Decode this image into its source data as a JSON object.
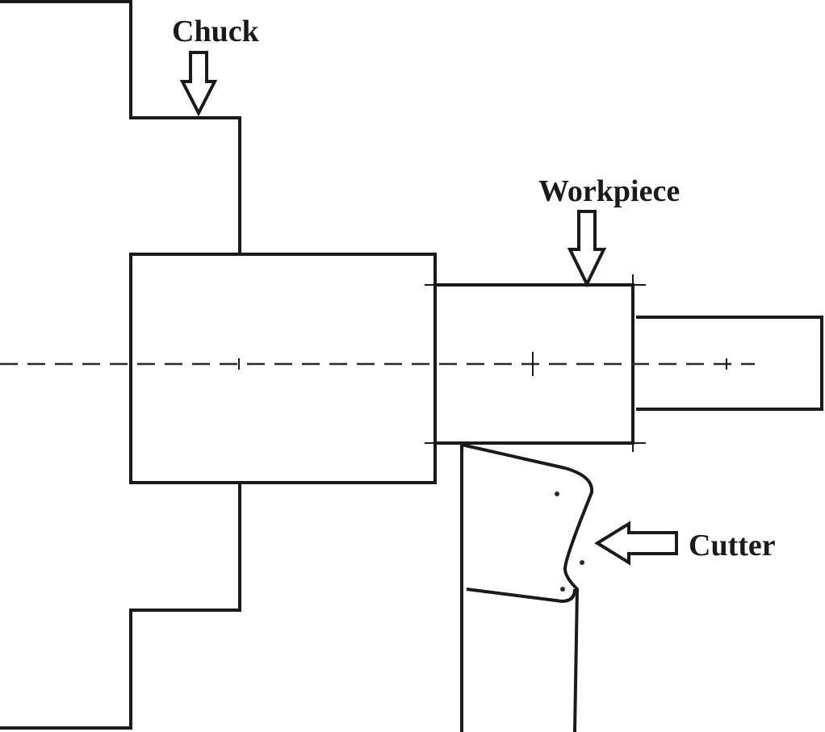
{
  "labels": {
    "chuck": "Chuck",
    "workpiece": "Workpiece",
    "cutter": "Cutter"
  }
}
